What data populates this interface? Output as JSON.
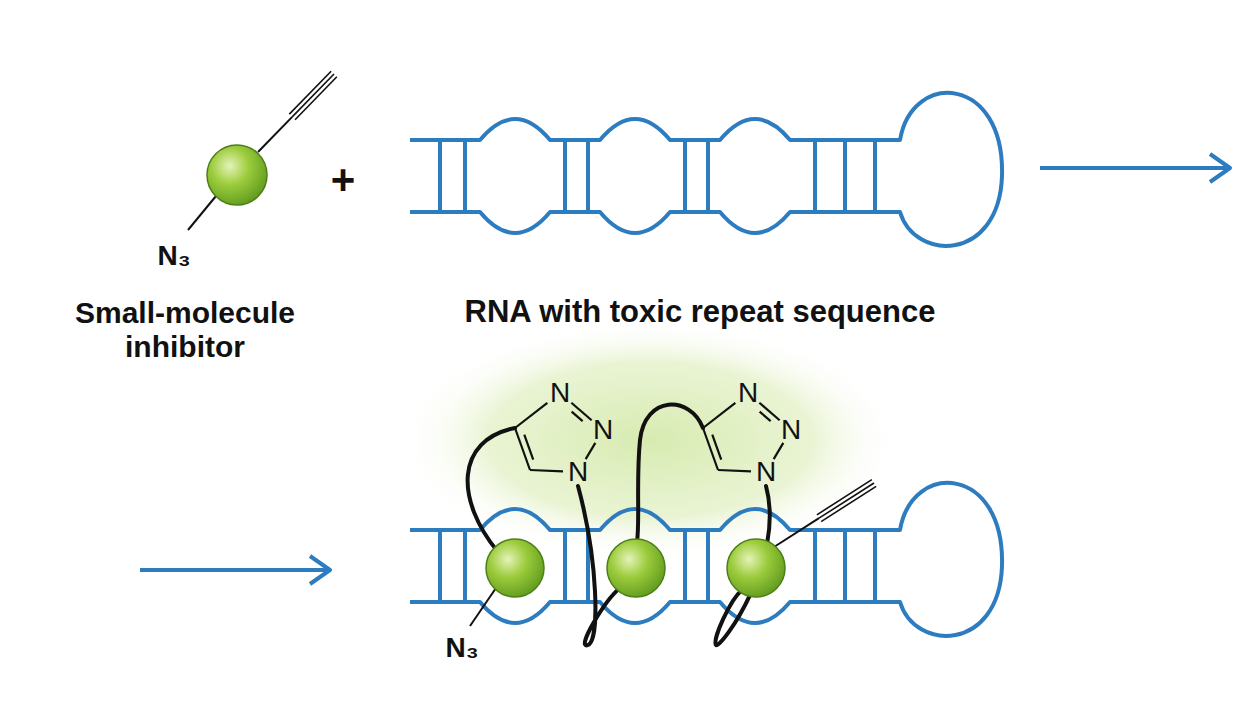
{
  "diagram": {
    "labels": [
      "+",
      "N₃",
      "Small-molecule inhibitor",
      "RNA with toxic repeat sequence",
      "N",
      "N",
      "N",
      "N",
      "N",
      "N",
      "N₃"
    ]
  }
}
